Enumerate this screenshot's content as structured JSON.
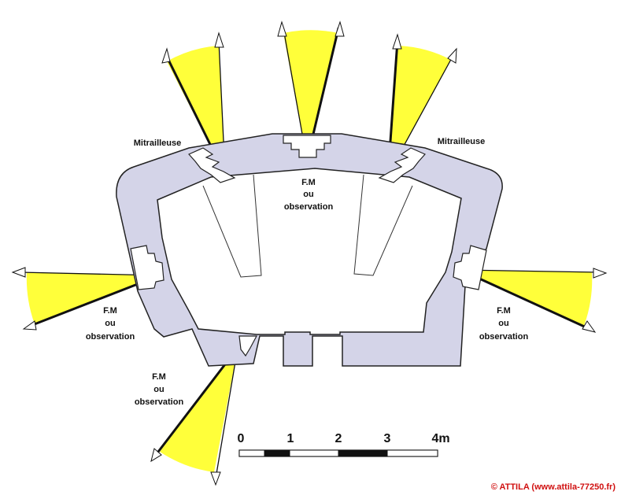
{
  "colors": {
    "wall_fill": "#d4d4e8",
    "wall_stroke": "#222222",
    "sector_fill": "#ffff3a",
    "sector_stroke": "#111111",
    "copyright": "#d01010"
  },
  "labels": {
    "mg_left": "Mitrailleuse",
    "mg_right": "Mitrailleuse",
    "fm_top": [
      "F.M",
      "ou",
      "observation"
    ],
    "fm_left": [
      "F.M",
      "ou",
      "observation"
    ],
    "fm_right": [
      "F.M",
      "ou",
      "observation"
    ],
    "fm_bottom": [
      "F.M",
      "ou",
      "observation"
    ]
  },
  "scale_bar": {
    "ticks": [
      "0",
      "1",
      "2",
      "3",
      "4m"
    ]
  },
  "copyright": "© ATTILA (www.attila-77250.fr)"
}
